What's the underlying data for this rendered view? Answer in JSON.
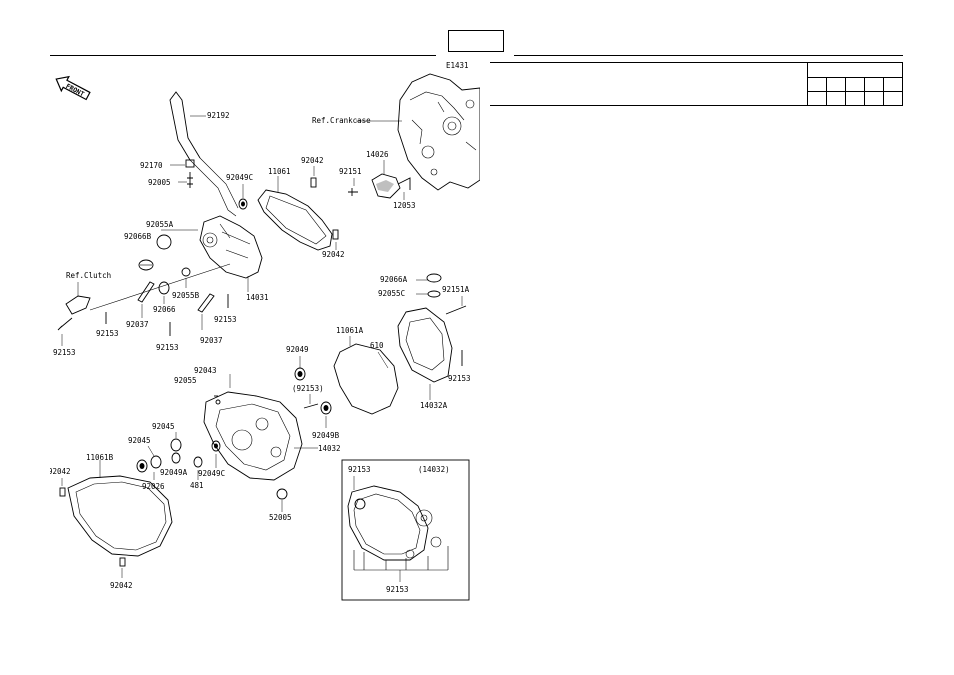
{
  "header": {
    "code_box_text": ""
  },
  "diagram": {
    "ref_code": "E1431",
    "front_label": "FRONT",
    "refs": {
      "crankcase": "Ref.Crankcase",
      "clutch": "Ref.Clutch"
    },
    "inset_title": "(14032)",
    "labels": {
      "l92192": "92192",
      "l92170": "92170",
      "l92005": "92005",
      "l92049C_a": "92049C",
      "l11061": "11061",
      "l92042_a": "92042",
      "l92055A": "92055A",
      "l92066B": "92066B",
      "l92042_b": "92042",
      "l92055B": "92055B",
      "l14031": "14031",
      "l92066": "92066",
      "l92153_a": "92153",
      "l92037_a": "92037",
      "l92153_b": "92153",
      "l92037_b": "92037",
      "l92153_c": "92153",
      "l92153_d": "92153",
      "l14026": "14026",
      "l92151": "92151",
      "l12053": "12053",
      "l92066A": "92066A",
      "l92055C": "92055C",
      "l92151A": "92151A",
      "l11061A": "11061A",
      "l610": "610",
      "l92153_e": "92153",
      "l14032A": "14032A",
      "l92049": "92049",
      "l92043": "92043",
      "l92055": "92055",
      "l92153_p": "(92153)",
      "l92049B": "92049B",
      "l14032": "14032",
      "l92045_a": "92045",
      "l92045_b": "92045",
      "l11061B": "11061B",
      "l92042_c": "92042",
      "l92026": "92026",
      "l92049A": "92049A",
      "l481": "481",
      "l92049C_b": "92049C",
      "l52005": "52005",
      "l92042_d": "92042",
      "l92153_f": "92153",
      "l92153_g": "92153"
    }
  }
}
